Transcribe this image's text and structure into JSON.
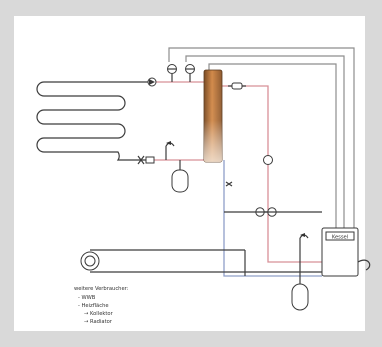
{
  "boiler": {
    "label": "Kessel"
  },
  "legend": {
    "heading": "weitere Verbraucher:",
    "items": [
      "- WWB",
      "- Heizfläche",
      "→ Kollektor",
      "→ Radiator"
    ]
  },
  "colors": {
    "background": "#d9d9d9",
    "panel": "#ffffff",
    "supply_pipe": "#d89098",
    "return_pipe": "#8f9fc8",
    "control_line": "#8e8e8e",
    "pipe": "#3c3c3c",
    "tank": "#c07840"
  }
}
